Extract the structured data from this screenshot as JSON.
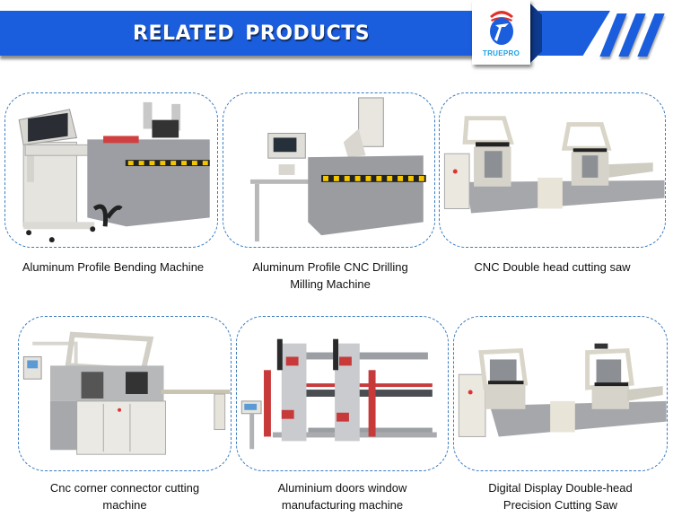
{
  "banner": {
    "title": "RELATED  PRODUCTS",
    "brand": "TRUEPRO",
    "accent_color": "#1a5ddd"
  },
  "products": [
    {
      "name": "Aluminum Profile Bending Machine",
      "image": "bending-machine-image"
    },
    {
      "name": "Aluminum Profile CNC Drilling Milling Machine",
      "line1": "Aluminum Profile CNC Drilling",
      "line2": "Milling Machine",
      "image": "cnc-drilling-milling-machine-image"
    },
    {
      "name": "CNC Double head cutting saw",
      "image": "double-head-cutting-saw-image"
    },
    {
      "name": "Cnc corner connector cutting machine",
      "line1": "Cnc corner connector cutting",
      "line2": "machine",
      "image": "corner-connector-cutting-machine-image"
    },
    {
      "name": "Aluminium doors window manufacturing machine",
      "line1": "Aluminium doors window",
      "line2": "manufacturing machine",
      "image": "window-manufacturing-machine-image"
    },
    {
      "name": "Digital Display Double-head Precision Cutting Saw",
      "line1": "Digital Display Double-head",
      "line2": "Precision Cutting Saw",
      "image": "digital-double-head-saw-image"
    }
  ]
}
